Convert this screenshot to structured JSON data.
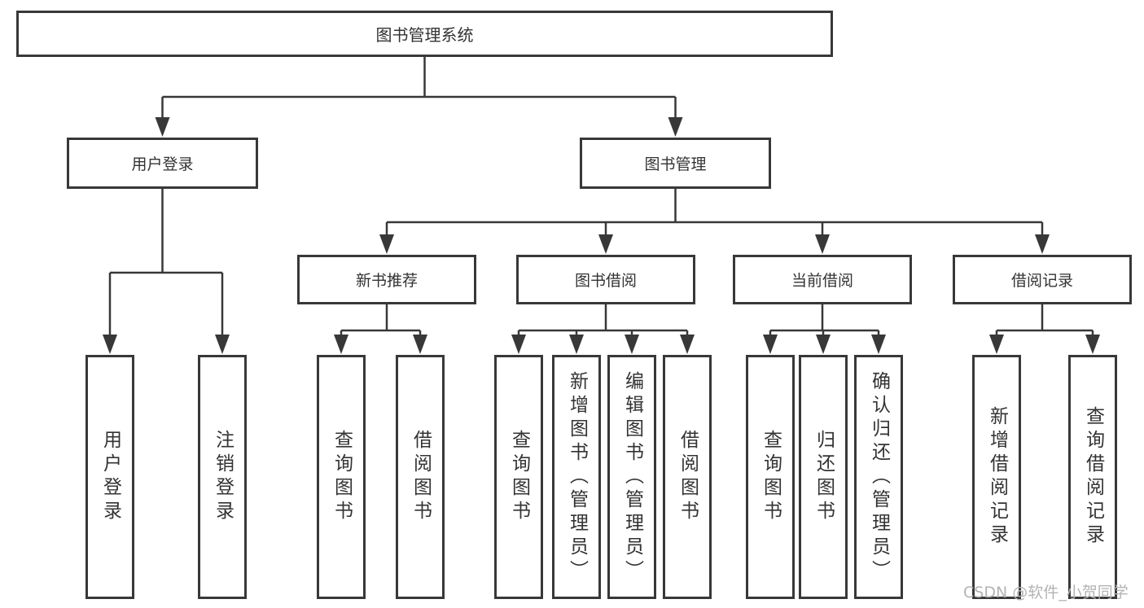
{
  "diagram_title": "图书管理系统",
  "nodes": {
    "root": "图书管理系统",
    "user_login": "用户登录",
    "book_mgmt": "图书管理",
    "new_books": "新书推荐",
    "book_borrow": "图书借阅",
    "current_borrow": "当前借阅",
    "borrow_records": "借阅记录",
    "leaves": [
      {
        "parent": "用户登录",
        "label": "用户登录"
      },
      {
        "parent": "用户登录",
        "label": "注销登录"
      },
      {
        "parent": "新书推荐",
        "label": "查询图书"
      },
      {
        "parent": "新书推荐",
        "label": "借阅图书"
      },
      {
        "parent": "图书借阅",
        "label": "查询图书"
      },
      {
        "parent": "图书借阅",
        "label": "新增图书（管理员）"
      },
      {
        "parent": "图书借阅",
        "label": "编辑图书（管理员）"
      },
      {
        "parent": "图书借阅",
        "label": "借阅图书"
      },
      {
        "parent": "当前借阅",
        "label": "查询图书"
      },
      {
        "parent": "当前借阅",
        "label": "归还图书"
      },
      {
        "parent": "当前借阅",
        "label": "确认归还（管理员）"
      },
      {
        "parent": "借阅记录",
        "label": "新增借阅记录"
      },
      {
        "parent": "借阅记录",
        "label": "查询借阅记录"
      }
    ]
  },
  "watermark": "CSDN @软件_小贺同学",
  "colors": {
    "line": "#383838",
    "text": "#333333",
    "box_background": "#ffffff",
    "watermark": "#b3b3b3"
  }
}
